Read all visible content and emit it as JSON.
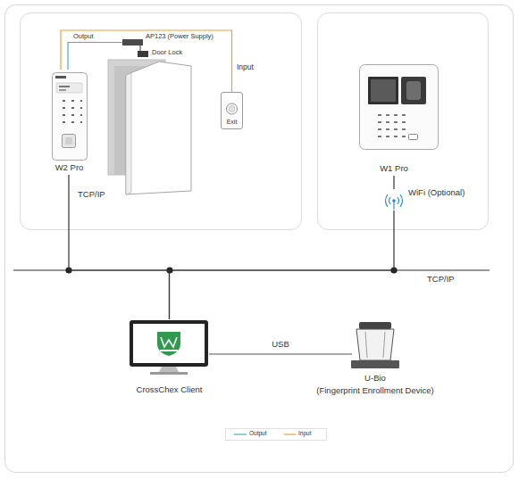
{
  "diagram": {
    "nodes": [
      {
        "text": [
          "W2 Pro"
        ]
      },
      {
        "text": [
          "AP123 (Power Supply)"
        ]
      },
      {
        "text": [
          "Door Lock"
        ]
      },
      {
        "text": [
          "Exit"
        ]
      },
      {
        "text": [
          "W1 Pro"
        ]
      },
      {
        "text": [
          "CrossChex Client"
        ]
      },
      {
        "text": [
          "U-Bio",
          "(Fingerprint Enrollment Device)"
        ]
      }
    ],
    "edges": [
      {
        "from": 0,
        "to": 1,
        "label": "Output",
        "arrow": "none"
      },
      {
        "from": 1,
        "to": 2,
        "arrow": "none"
      },
      {
        "from": 0,
        "to": 3,
        "label": "Input",
        "arrow": "none"
      },
      {
        "from": 0,
        "to": 5,
        "label": "TCP/IP",
        "arrow": "none"
      },
      {
        "from": 4,
        "to": 5,
        "arrow": "none"
      },
      {
        "from": 5,
        "to": 6,
        "label": "USB",
        "arrow": "none"
      }
    ],
    "labels": [
      "WiFi (Optional)",
      "TCP/IP"
    ],
    "legend": [
      {
        "text": "Output"
      },
      {
        "text": "Input"
      }
    ]
  }
}
